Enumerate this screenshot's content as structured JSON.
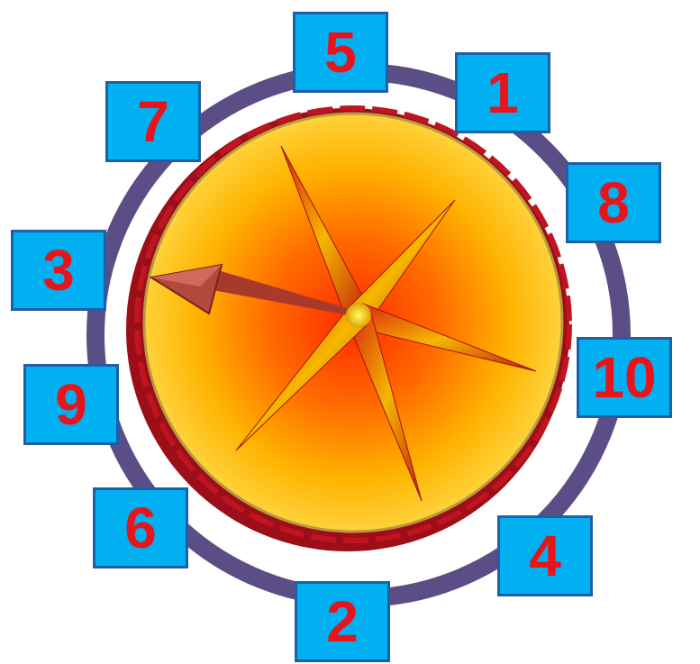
{
  "colors": {
    "ring": "#5b4e86",
    "box_fill": "#00b0f0",
    "box_border": "#1f5fa8",
    "number_text": "#e8141c",
    "dial_rim": "#a8101a",
    "dial_center": "#ff3a00",
    "dial_mid": "#ff9500",
    "dial_outer": "#ffc71e",
    "needle": "#b04030"
  },
  "spinner": {
    "pointer_icon": "arrow-needle-icon",
    "numbers": [
      {
        "label": "5"
      },
      {
        "label": "1"
      },
      {
        "label": "8"
      },
      {
        "label": "10"
      },
      {
        "label": "4"
      },
      {
        "label": "2"
      },
      {
        "label": "6"
      },
      {
        "label": "9"
      },
      {
        "label": "3"
      },
      {
        "label": "7"
      }
    ]
  }
}
